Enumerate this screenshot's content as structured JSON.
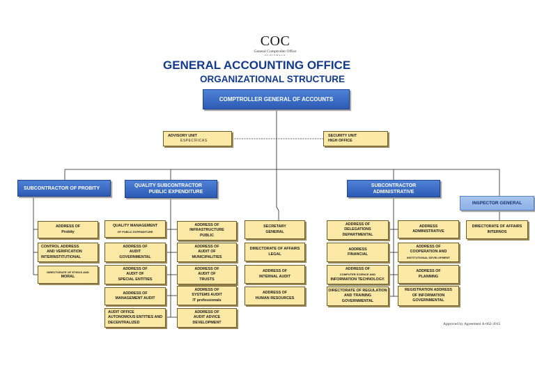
{
  "logo": {
    "mark": "COC",
    "subtitle": "General Comptroller Office",
    "country": "GUATEMALA"
  },
  "header": {
    "title": "GENERAL ACCOUNTING OFFICE",
    "subtitle": "ORGANIZATIONAL STRUCTURE"
  },
  "top": {
    "label": "COMPTROLLER GENERAL OF ACCOUNTS"
  },
  "staff": {
    "advisory": {
      "line1": "ADVISORY UNIT",
      "line2": "ESPECÍFICAS"
    },
    "security": {
      "line1": "SECURITY UNIT",
      "line2": "HIGH OFFICE"
    }
  },
  "branches": {
    "probity": "SUBCONTRACTOR OF PROBITY",
    "quality": {
      "line1": "QUALITY SUBCONTRACTOR",
      "line2": "PUBLIC EXPENDITURE"
    },
    "admin": {
      "line1": "SUBCONTRACTOR",
      "line2": "ADMINISTRATIVE"
    },
    "inspector": "INSPECTOR GENERAL"
  },
  "units": {
    "probity": [
      {
        "l1": "ADDRESS OF",
        "l2": "Probity"
      },
      {
        "l1": "CONTROL ADDRESS",
        "l2": "AND VERIFICATION",
        "l3": "INTERINSTITUTIONAL"
      },
      {
        "l1": "DIRECTORATE OF ETHICS AND",
        "l2": "MORAL"
      }
    ],
    "quality_left": [
      {
        "l1": "QUALITY MANAGEMENT",
        "l2": "OF PUBLIC EXPENDITURE"
      },
      {
        "l1": "ADDRESS OF",
        "l2": "AUDIT",
        "l3": "GOVERNMENTAL"
      },
      {
        "l1": "ADDRESS OF",
        "l2": "AUDIT OF",
        "l3": "SPECIAL ENTITIES"
      },
      {
        "l1": "ADDRESS OF",
        "l2": "MANAGEMENT AUDIT"
      },
      {
        "l1": "AUDIT OFFICE",
        "l2": "AUTONOMOUS ENTITIES AND",
        "l3": "DECENTRALIZED"
      }
    ],
    "quality_right": [
      {
        "l1": "ADDRESS OF",
        "l2": "INFRASTRUCTURE",
        "l3": "PUBLIC"
      },
      {
        "l1": "ADDRESS OF",
        "l2": "AUDIT OF",
        "l3": "MUNICIPALITIES"
      },
      {
        "l1": "ADDRESS OF",
        "l2": "AUDIT OF",
        "l3": "TRUSTS"
      },
      {
        "l1": "ADDRESS OF",
        "l2": "SYSTEMS AUDIT",
        "l3": "IT professionals"
      },
      {
        "l1": "ADDRESS OF",
        "l2": "AUDIT ADVICE",
        "l3": "DEVELOPMENT"
      }
    ],
    "center": [
      {
        "l1": "SECRETARY",
        "l2": "GENERAL"
      },
      {
        "l1": "DIRECTORATE OF AFFAIRS",
        "l2": "LEGAL"
      },
      {
        "l1": "ADDRESS OF",
        "l2": "INTERNAL AUDIT"
      },
      {
        "l1": "ADDRESS OF",
        "l2": "HUMAN RESOURCES"
      }
    ],
    "admin_left": [
      {
        "l1": "ADDRESS OF",
        "l2": "DELEGATIONS",
        "l3": "DEPARTMENTAL"
      },
      {
        "l1": "ADDRESS",
        "l2": "FINANCIAL"
      },
      {
        "l1": "ADDRESS OF",
        "l2": "COMPUTER SCIENCE AND",
        "l3": "INFORMATION TECHNOLOGY."
      },
      {
        "l1": "DIRECTORATE OF REGULATION",
        "l2": "AND TRAINING",
        "l3": "GOVERNMENTAL"
      }
    ],
    "admin_right": [
      {
        "l1": "ADDRESS",
        "l2": "ADMINISTRATIVE"
      },
      {
        "l1": "ADDRESS OF",
        "l2": "COOPERATION AND",
        "l3": "INSTITUTIONAL DEVELOPMENT"
      },
      {
        "l1": "ADDRESS OF",
        "l2": "PLANNING"
      },
      {
        "l1": "REGISTRATION ADDRESS",
        "l2": "OF INFORMATION",
        "l3": "GOVERNMENTAL"
      }
    ],
    "inspector": [
      {
        "l1": "DIRECTORATE OF AFFAIRS",
        "l2": "INTERNOS"
      }
    ]
  },
  "footer": {
    "approved": "Approved by Agreement A-062-2015"
  }
}
